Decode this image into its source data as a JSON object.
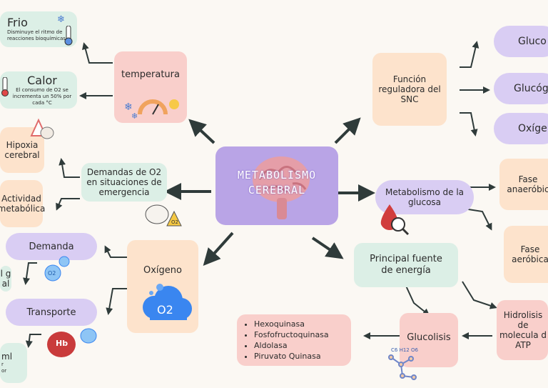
{
  "center": {
    "title_line1": "METABOLISMO",
    "title_line2": "CEREBRAL"
  },
  "temperatura": {
    "label": "temperatura"
  },
  "frio": {
    "title": "Frio",
    "desc_line1": "Disminuye el ritmo de",
    "desc_line2": "reacciones bioquímicas."
  },
  "calor": {
    "title": "Calor",
    "desc_line1": "El consumo de O2 se",
    "desc_line2": "incrementa un 50% por",
    "desc_line3": "cada °C"
  },
  "demandas": {
    "line1": "Demandas de O2",
    "line2": "en situaciones de",
    "line3": "emergencia"
  },
  "hipoxia": {
    "line1": "Hipoxia",
    "line2": "cerebral"
  },
  "actividad": {
    "line1": "Actividad",
    "line2": "metabólica"
  },
  "oxigeno": {
    "label": "Oxígeno",
    "cloud_text": "O2"
  },
  "demanda": {
    "label": "Demanda"
  },
  "transporte": {
    "label": "Transporte"
  },
  "cut_left_a": {
    "line1": "l g",
    "line2": "al"
  },
  "cut_left_b": {
    "line1": "ml",
    "line2": "r",
    "line3": "or"
  },
  "hb": {
    "text": "Hb"
  },
  "funcion": {
    "line1": "Función",
    "line2": "reguladora del",
    "line3": "SNC"
  },
  "right_pills": [
    "Gluco",
    "Glucóg",
    "Oxíge"
  ],
  "metab_glucosa": {
    "line1": "Metabolismo de la",
    "line2": "glucosa"
  },
  "fase_anaerobica": {
    "line1": "Fase",
    "line2": "anaeróbic"
  },
  "fase_aerobica": {
    "line1": "Fase",
    "line2": "aeróbica"
  },
  "principal": {
    "line1": "Principal fuente",
    "line2": "de energía"
  },
  "glucolisis": {
    "label": "Glucolisis",
    "formula": "C6 H12 O6"
  },
  "hidrolisis": {
    "line1": "Hidrolisis de",
    "line2": "molecula d",
    "line3": "ATP"
  },
  "enzymes": [
    "Hexoquinasa",
    "Fosfofructoquinasa",
    "Aldolasa",
    "Piruvato Quinasa"
  ],
  "colors": {
    "peach": "#fde3cc",
    "mint": "#dcefe6",
    "pink": "#f9cfcb",
    "lavender": "#d9cdf3",
    "center": "#b9a4e6",
    "arrow": "#2f3b3a"
  }
}
